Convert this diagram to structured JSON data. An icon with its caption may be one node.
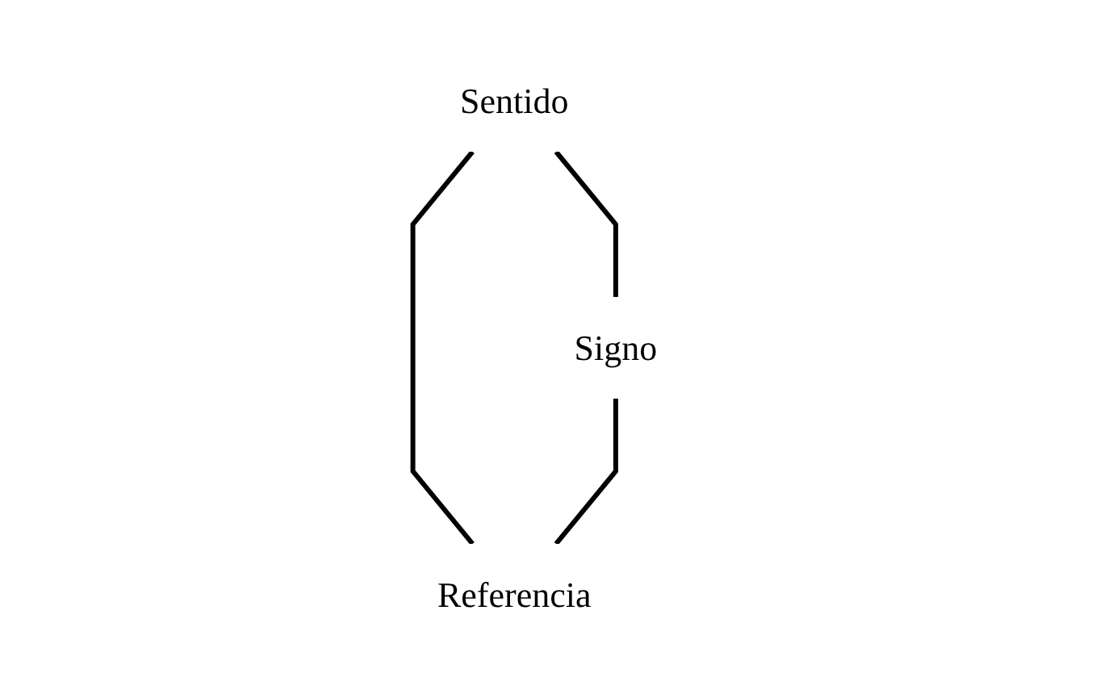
{
  "diagram": {
    "nodes": [
      {
        "text": [
          "Sentido"
        ]
      },
      {
        "text": [
          "Signo"
        ]
      },
      {
        "text": [
          "Referencia"
        ]
      }
    ],
    "edges": [
      {
        "from": 0,
        "to": 1,
        "arrow": "none"
      },
      {
        "from": 0,
        "to": 2,
        "arrow": "none"
      },
      {
        "from": 1,
        "to": 2,
        "arrow": "none"
      }
    ]
  }
}
